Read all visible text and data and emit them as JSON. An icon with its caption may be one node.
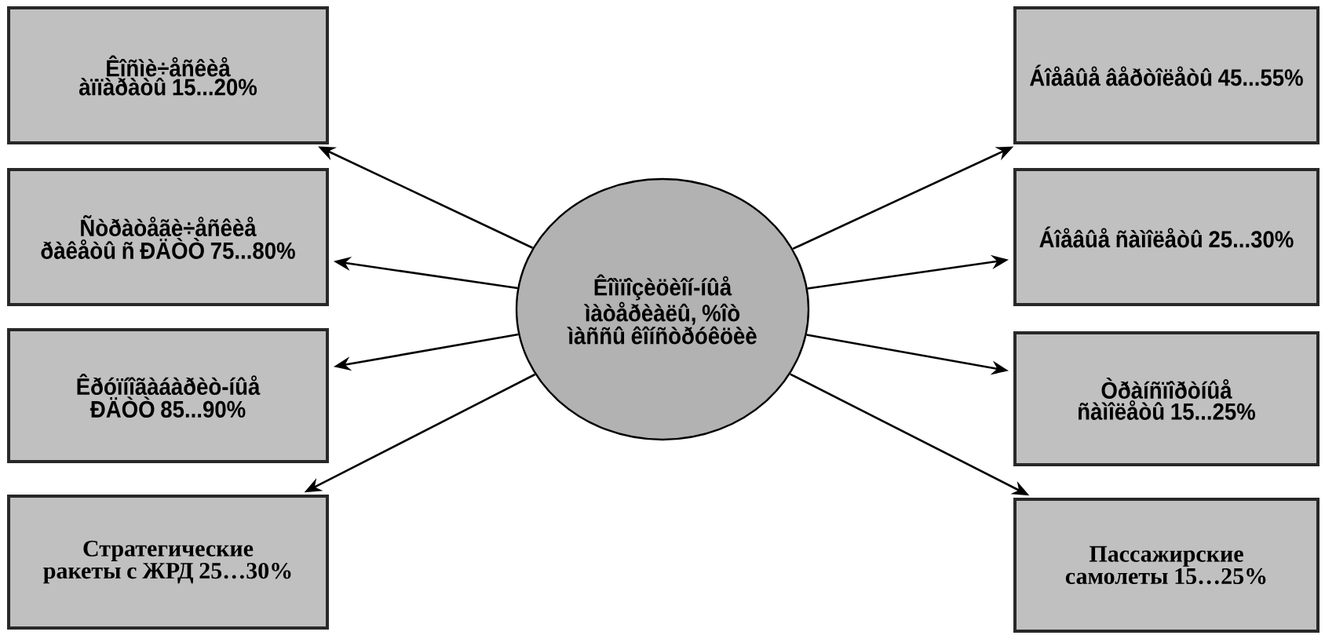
{
  "diagram": {
    "nodes": [
      {
        "text": [
          "Êîìïîçèöèîí-íûå ìàòåðèàëû, %îò ìàññû êîíñòðóêöèè"
        ]
      },
      {
        "text": [
          "Êîñìè÷åñêèå àïïàðàòû 15...20%"
        ]
      },
      {
        "text": [
          "Ñòðàòåãè÷åñêèå ðàêåòû ñ ÐÄÒÒ 75...80%"
        ]
      },
      {
        "text": [
          "Êðóïíîãàáàðèò-íûå ÐÄÒÒ 85...90%"
        ]
      },
      {
        "text": [
          "Стратегические ракеты с ЖРД 25…30%"
        ]
      },
      {
        "text": [
          "Áîåâûå âåðòîëåòû 45...55%"
        ]
      },
      {
        "text": [
          "Áîåâûå ñàìîëåòû 25...30%"
        ]
      },
      {
        "text": [
          "Òðàíñïîðòíûå ñàìîëåòû 15...25%"
        ]
      },
      {
        "text": [
          "Пассажирские самолеты 15…25%"
        ]
      }
    ],
    "edges": [
      {
        "from": 0,
        "to": 1,
        "arrow": "to"
      },
      {
        "from": 0,
        "to": 2,
        "arrow": "to"
      },
      {
        "from": 0,
        "to": 3,
        "arrow": "to"
      },
      {
        "from": 0,
        "to": 4,
        "arrow": "to"
      },
      {
        "from": 0,
        "to": 5,
        "arrow": "to"
      },
      {
        "from": 0,
        "to": 6,
        "arrow": "to"
      },
      {
        "from": 0,
        "to": 7,
        "arrow": "to"
      },
      {
        "from": 0,
        "to": 8,
        "arrow": "to"
      }
    ]
  }
}
